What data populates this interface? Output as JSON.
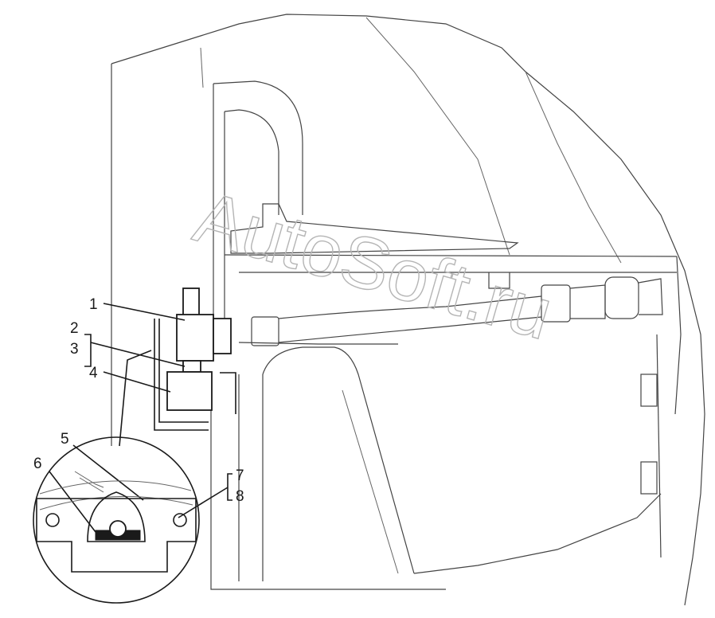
{
  "watermark": "AutoSoft.ru",
  "callouts": [
    {
      "id": "1",
      "text": "1"
    },
    {
      "id": "2",
      "text": "2"
    },
    {
      "id": "3",
      "text": "3"
    },
    {
      "id": "4",
      "text": "4"
    },
    {
      "id": "5",
      "text": "5"
    },
    {
      "id": "6",
      "text": "6"
    },
    {
      "id": "7",
      "text": "7"
    },
    {
      "id": "8",
      "text": "8"
    }
  ],
  "colors": {
    "line": "#1a1a1a",
    "faint": "#666666",
    "watermark": "#b5b5b5"
  }
}
